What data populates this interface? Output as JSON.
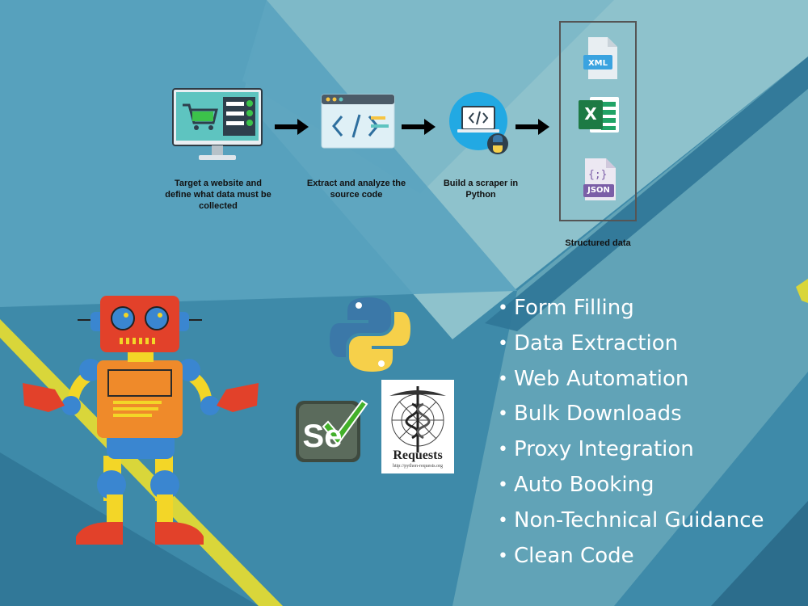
{
  "steps": [
    {
      "label": "Target a website and define what data must be collected",
      "icon": "monitor-cart-icon"
    },
    {
      "label": "Extract and analyze the source code",
      "icon": "code-window-icon"
    },
    {
      "label": "Build a scraper in Python",
      "icon": "laptop-python-icon"
    }
  ],
  "structured": {
    "label": "Structured data",
    "files": [
      {
        "type": "XML",
        "color": "#3aa3e0"
      },
      {
        "type": "X",
        "color": "#1d7a44"
      },
      {
        "type": "JSON",
        "color": "#7b5ea7"
      }
    ]
  },
  "logos": {
    "selenium": "Se",
    "requests": "Requests",
    "requests_url": "http://python-requests.org"
  },
  "features": [
    "Form Filling",
    "Data Extraction",
    "Web Automation",
    "Bulk Downloads",
    "Proxy Integration",
    "Auto Booking",
    "Non-Technical Guidance",
    "Clean Code"
  ],
  "colors": {
    "background_dark": "#3f8fae",
    "background_light": "#8fc3cf",
    "stripe": "#d9d63a",
    "robot_red": "#e2412a",
    "robot_orange": "#ef8a2a",
    "robot_yellow": "#f3d627",
    "robot_blue": "#3a86d0"
  }
}
